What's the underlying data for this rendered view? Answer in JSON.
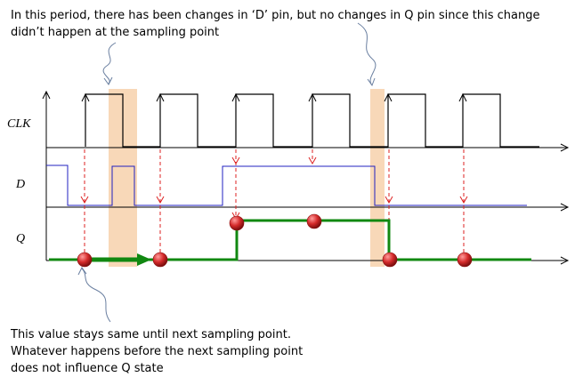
{
  "annotations": {
    "top_note_line1": "In this period, there has been changes in ‘D’ pin, but no changes in Q pin since this change",
    "top_note_line2": "didn’t happen at the sampling point",
    "bottom_note_line1": "This value stays same until next sampling point.",
    "bottom_note_line2": "Whatever happens before the next sampling point",
    "bottom_note_line3": "does not influence Q state"
  },
  "signals": {
    "clk_label": "CLK",
    "d_label": "D",
    "q_label": "Q"
  },
  "colors": {
    "clk": "#000000",
    "d": "#2020c0",
    "q": "#118811",
    "sample_marker": "#dd2222",
    "highlight": "#f8d8b8",
    "dot": "#cc2222"
  },
  "icons": {
    "sample_dot": "red-sphere-icon",
    "pointer": "squiggle-arrow-icon"
  }
}
